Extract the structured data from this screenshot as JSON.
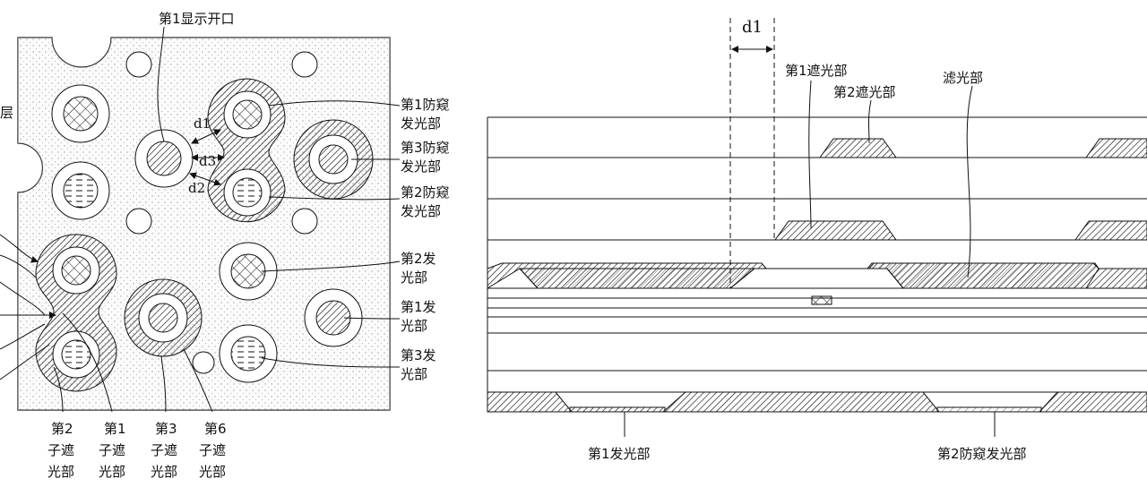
{
  "left_panel": {
    "labels": {
      "first_display_opening": "第1显示开口",
      "layer_fragment": "层",
      "first_anti_peep": [
        "第1防窥",
        "发光部"
      ],
      "third_anti_peep": [
        "第3防窥",
        "发光部"
      ],
      "second_anti_peep": [
        "第2防窥",
        "发光部"
      ],
      "second_emitting": [
        "第2发",
        "光部"
      ],
      "first_emitting": [
        "第1发",
        "光部"
      ],
      "third_emitting": [
        "第3发",
        "光部"
      ],
      "d1": "d1",
      "d2": "d2",
      "d3": "d3"
    },
    "bottom_labels": [
      [
        "第2",
        "子遮",
        "光部"
      ],
      [
        "第1",
        "子遮",
        "光部"
      ],
      [
        "第3",
        "子遮",
        "光部"
      ],
      [
        "第6",
        "子遮",
        "光部"
      ]
    ]
  },
  "right_panel": {
    "labels": {
      "d1": "d1",
      "first_shading": "第1遮光部",
      "second_shading": "第2遮光部",
      "filter": "滤光部",
      "first_emitting": "第1发光部",
      "second_anti_peep_emitting": "第2防窥发光部"
    }
  }
}
